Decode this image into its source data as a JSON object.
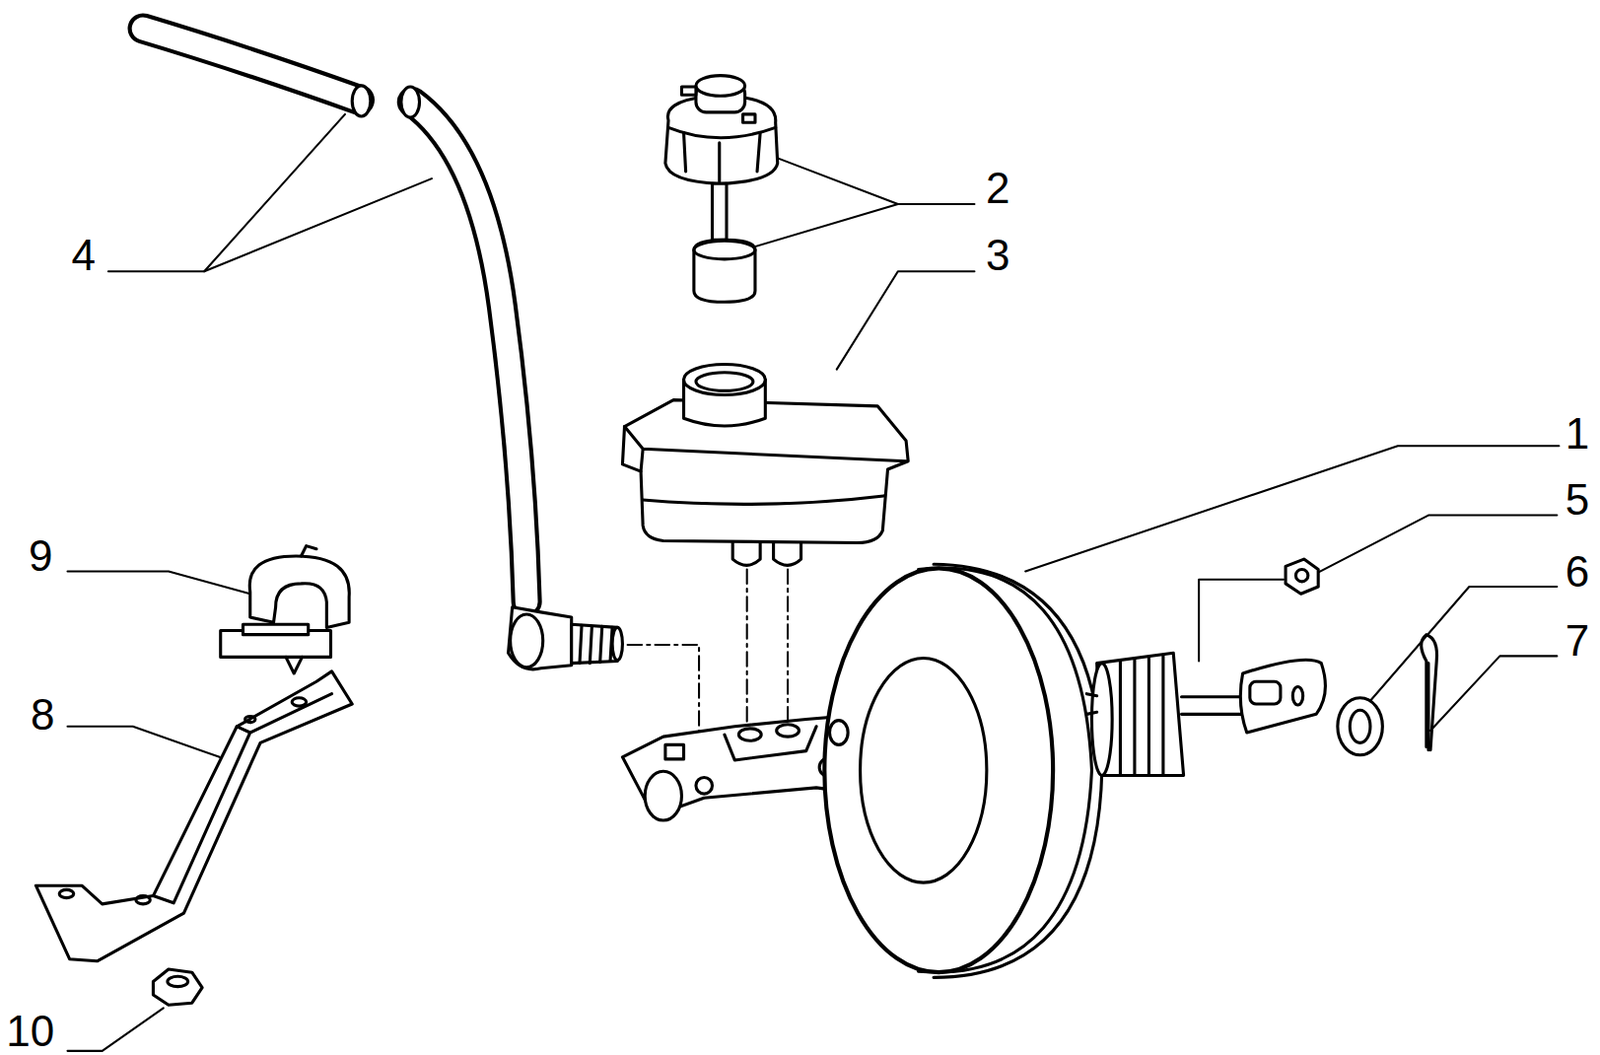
{
  "diagram": {
    "labels": [
      "2",
      "4",
      "3",
      "1",
      "5",
      "9",
      "6",
      "7",
      "8",
      "10"
    ]
  }
}
